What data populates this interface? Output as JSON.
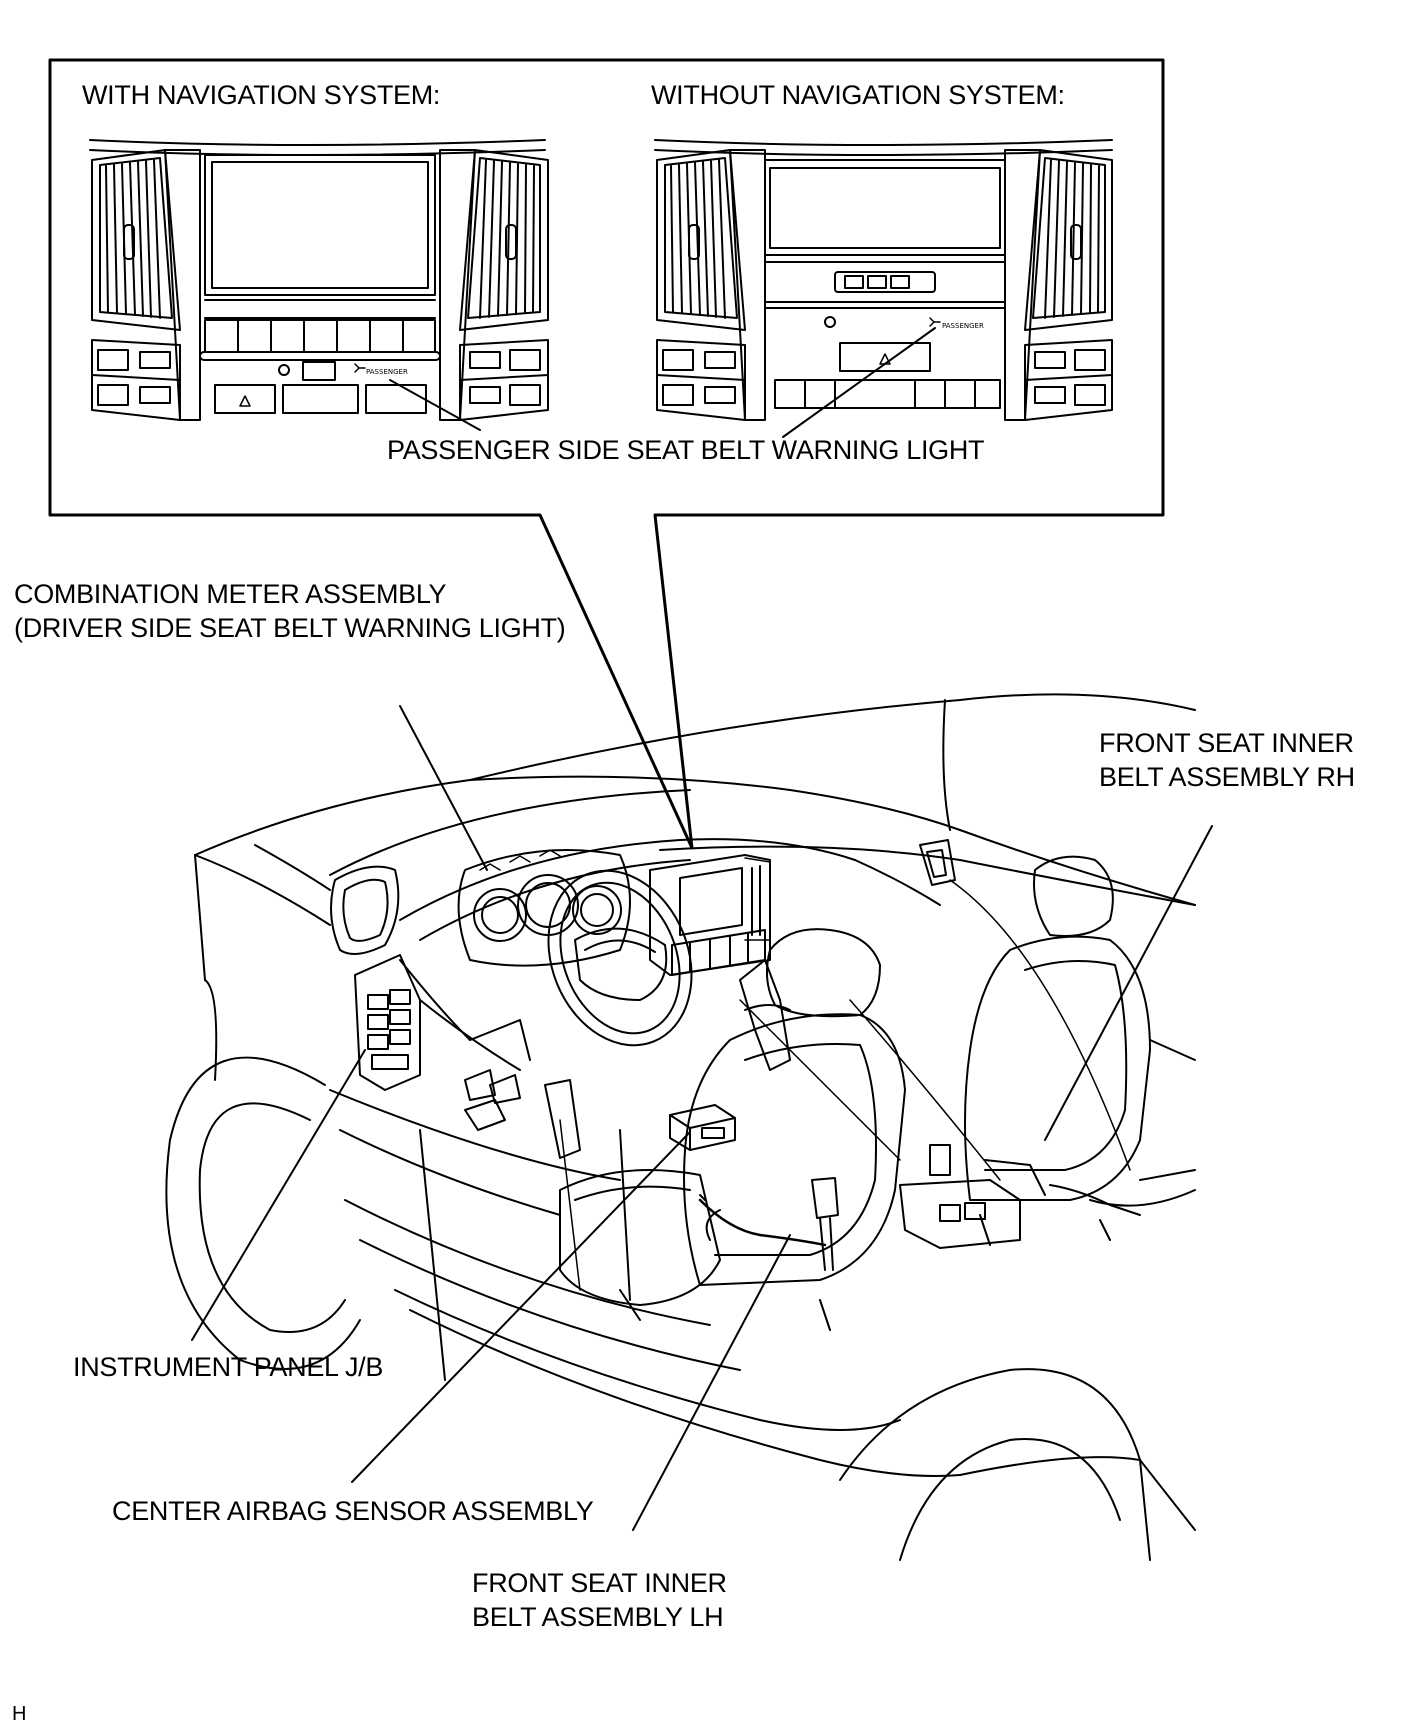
{
  "inset": {
    "left_heading": "WITH NAVIGATION SYSTEM:",
    "right_heading": "WITHOUT NAVIGATION SYSTEM:",
    "warning_light_label": "PASSENGER SIDE SEAT BELT WARNING LIGHT"
  },
  "labels": {
    "combination_meter_line1": "COMBINATION METER ASSEMBLY",
    "combination_meter_line2": "(DRIVER SIDE SEAT BELT WARNING LIGHT)",
    "front_seat_rh_line1": "FRONT SEAT INNER",
    "front_seat_rh_line2": "BELT ASSEMBLY RH",
    "instrument_panel_jb": "INSTRUMENT PANEL J/B",
    "center_airbag_sensor": "CENTER AIRBAG SENSOR ASSEMBLY",
    "front_seat_lh_line1": "FRONT SEAT INNER",
    "front_seat_lh_line2": "BELT ASSEMBLY LH"
  },
  "footer": {
    "code": "H"
  }
}
